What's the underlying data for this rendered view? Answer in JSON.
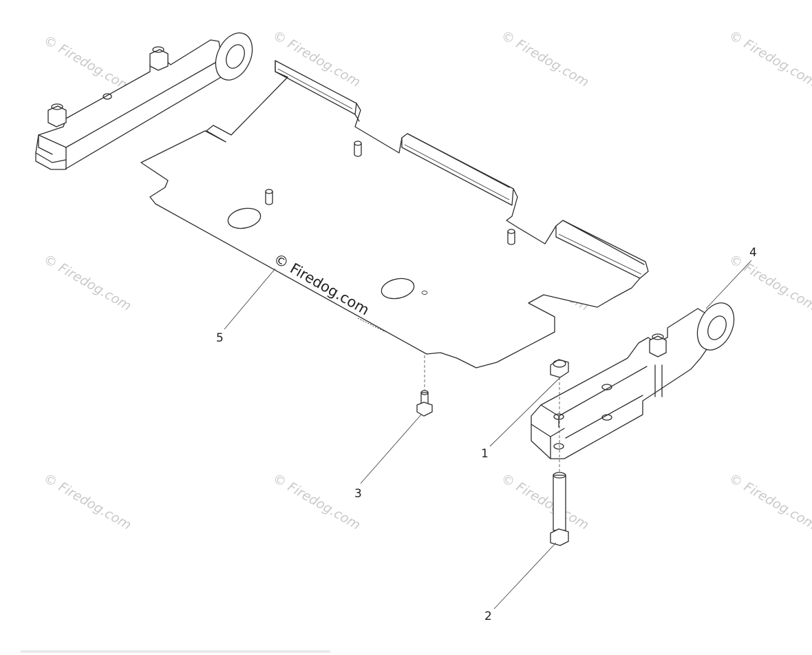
{
  "watermark": {
    "text": "© Firedog.com",
    "main_text": "© Firedog.com"
  },
  "callouts": [
    {
      "id": "1",
      "label": "1"
    },
    {
      "id": "2",
      "label": "2"
    },
    {
      "id": "3",
      "label": "3"
    },
    {
      "id": "4",
      "label": "4"
    },
    {
      "id": "5",
      "label": "5"
    }
  ]
}
